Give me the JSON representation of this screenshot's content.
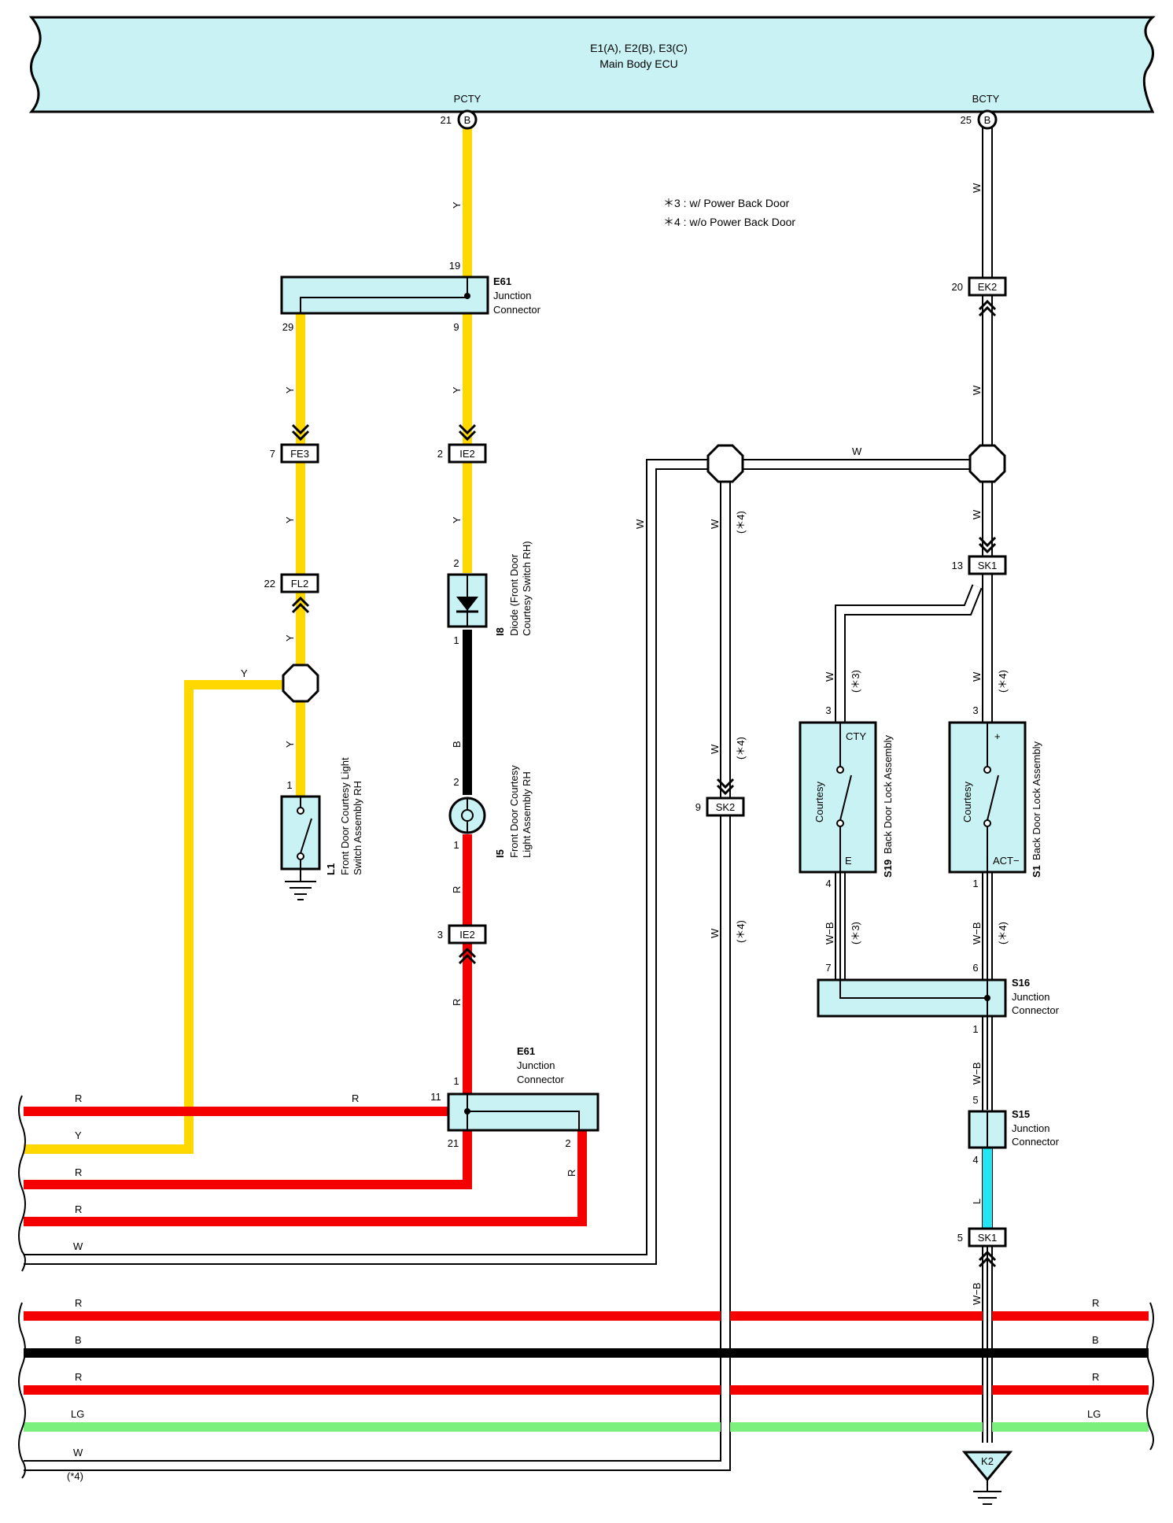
{
  "ecu": {
    "title": "E1(A), E2(B), E3(C)",
    "subtitle": "Main Body ECU",
    "pins": [
      {
        "name": "PCTY",
        "pin": "21",
        "conn": "B"
      },
      {
        "name": "BCTY",
        "pin": "25",
        "conn": "B"
      }
    ]
  },
  "notes": [
    "＊3 : w/ Power Back Door",
    "＊4 : w/o Power Back Door"
  ],
  "connectors": {
    "e61_top": {
      "id": "E61",
      "line1": "Junction",
      "line2": "Connector",
      "pins": [
        "19",
        "29",
        "9"
      ]
    },
    "e61_bottom": {
      "id": "E61",
      "line1": "Junction",
      "line2": "Connector",
      "pins": [
        "1",
        "11",
        "21",
        "2"
      ]
    },
    "s16": {
      "id": "S16",
      "line1": "Junction",
      "line2": "Connector",
      "pins": [
        "7",
        "6",
        "1"
      ]
    },
    "s15": {
      "id": "S15",
      "line1": "Junction",
      "line2": "Connector",
      "pins": [
        "5",
        "4"
      ]
    }
  },
  "inline": [
    {
      "code": "FE3",
      "pin": "7"
    },
    {
      "code": "IE2",
      "pin": "2"
    },
    {
      "code": "FL2",
      "pin": "22"
    },
    {
      "code": "IE2",
      "pin": "3"
    },
    {
      "code": "EK2",
      "pin": "20"
    },
    {
      "code": "SK1",
      "pin": "13"
    },
    {
      "code": "SK2",
      "pin": "9"
    },
    {
      "code": "SK1",
      "pin": "5"
    }
  ],
  "components": {
    "i8": {
      "id": "I8",
      "line1": "Diode (Front Door",
      "line2": "Courtesy Switch RH)",
      "pins": [
        "2",
        "1"
      ]
    },
    "i5": {
      "id": "I5",
      "line1": "Front Door Courtesy",
      "line2": "Light Assembly RH",
      "pins": [
        "2",
        "1"
      ]
    },
    "l1": {
      "id": "L1",
      "line1": "Front Door Courtesy Light",
      "line2": "Switch Assembly RH",
      "pins": [
        "1"
      ]
    },
    "s19": {
      "id": "S19",
      "line1": "Back Door Lock Assembly",
      "inner": "Courtesy",
      "top": "CTY",
      "bottom": "E",
      "pins": [
        "3",
        "4"
      ]
    },
    "s1": {
      "id": "S1",
      "line1": "Back Door Lock Assembly",
      "inner": "Courtesy",
      "top": "+",
      "bottom": "ACT−",
      "pins": [
        "3",
        "1"
      ]
    },
    "k2": {
      "id": "K2"
    }
  },
  "wire_labels": {
    "Y": "Y",
    "W": "W",
    "R": "R",
    "B": "B",
    "L": "L",
    "LG": "LG",
    "WB": "W−B",
    "n3": "(＊3)",
    "n4": "(＊4)",
    "n4b": "(*4)"
  },
  "colors": {
    "ecu": "#c9f2f4",
    "conn": "#c9f2f4",
    "yellow": "#ffd800",
    "red": "#f50000",
    "black": "#000000",
    "white": "#ffffff",
    "lightgreen": "#7cf07c",
    "lightblue": "#22e6f4"
  }
}
